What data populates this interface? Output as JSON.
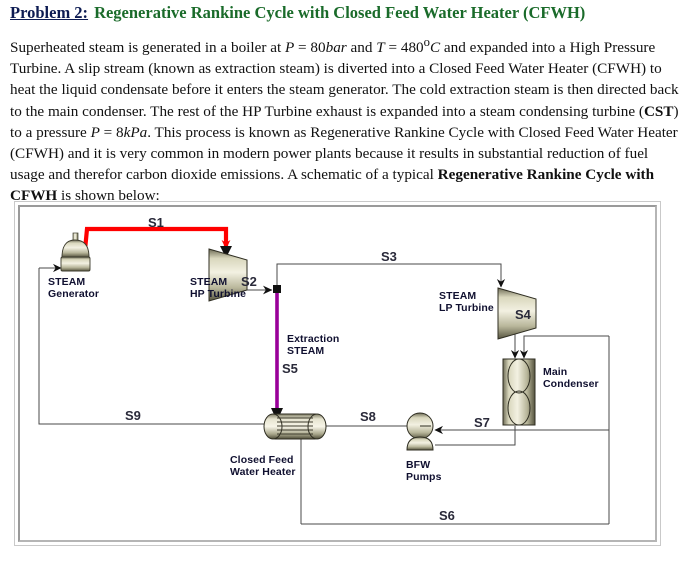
{
  "heading": {
    "problem_label": "Problem 2:",
    "title": "Regenerative Rankine Cycle with Closed Feed Water Heater (CFWH)",
    "title_color": "#1a6b2a",
    "label_color": "#0d1b52"
  },
  "body": {
    "t1": "Superheated steam is generated in a boiler at",
    "m1_lhs": "P",
    "m1_eq": " = 80",
    "m1_unit": "bar",
    "t2": "and",
    "m2_lhs": "T",
    "m2_eq": " = 480",
    "m2_deg": "o",
    "m2_unit": "C",
    "t3": ". and  expanded into a High Pressure Turbine. A slip stream (known as extraction steam) is diverted into a Closed Feed Water Heater (CFWH) to heat the liquid condensate before it enters the steam generator. The cold extraction steam is then directed back to the main condenser. The rest of the HP Turbine exhaust is expanded into a steam condensing turbine (",
    "t3a": "and  expanded into a High Pressure Turbine. A slip stream (known as extraction steam) is diverted into a Closed Feed Water Heater (CFWH) to heat the liquid condensate before it enters the steam generator. The cold extraction steam is then directed back to the main condenser. The rest of the HP Turbine exhaust is expanded into a steam condensing turbine (",
    "cst": "CST",
    "t4": ") to a pressure",
    "m3_lhs": "P",
    "m3_eq": " = 8",
    "m3_unit": "kPa",
    "t5": ". This process is known as Regenerative Rankine Cycle with Closed Feed Water Heater (CFWH) and it is very common in modern power plants because it results in substantial reduction of  fuel usage and therefor carbon dioxide emissions. A schematic of a typical",
    "bold_phrase": "Regenerative Rankine Cycle with CFWH",
    "t6": "is shown below:"
  },
  "diagram": {
    "streams": {
      "s1": "S1",
      "s2": "S2",
      "s3": "S3",
      "s4": "S4",
      "s5": "S5",
      "s6": "S6",
      "s7": "S7",
      "s8": "S8",
      "s9": "S9"
    },
    "equipment": {
      "steam_generator_line1": "STEAM",
      "steam_generator_line2": "Generator",
      "hp_turbine_line1": "STEAM",
      "hp_turbine_line2": "HP Turbine",
      "lp_turbine_line1": "STEAM",
      "lp_turbine_line2": "LP Turbine",
      "main_condenser_line1": "Main",
      "main_condenser_line2": "Condenser",
      "cfwh_line1": "Closed Feed",
      "cfwh_line2": "Water Heater",
      "bfw_line1": "BFW",
      "bfw_line2": "Pumps",
      "extraction_line1": "Extraction",
      "extraction_line2": "STEAM"
    },
    "colors": {
      "main_steam_line": "#ff0000",
      "extraction_line": "#990099",
      "pipe": "#555555",
      "equipment_fill": "#b9b79a",
      "frame": "#9a9a9a"
    }
  }
}
